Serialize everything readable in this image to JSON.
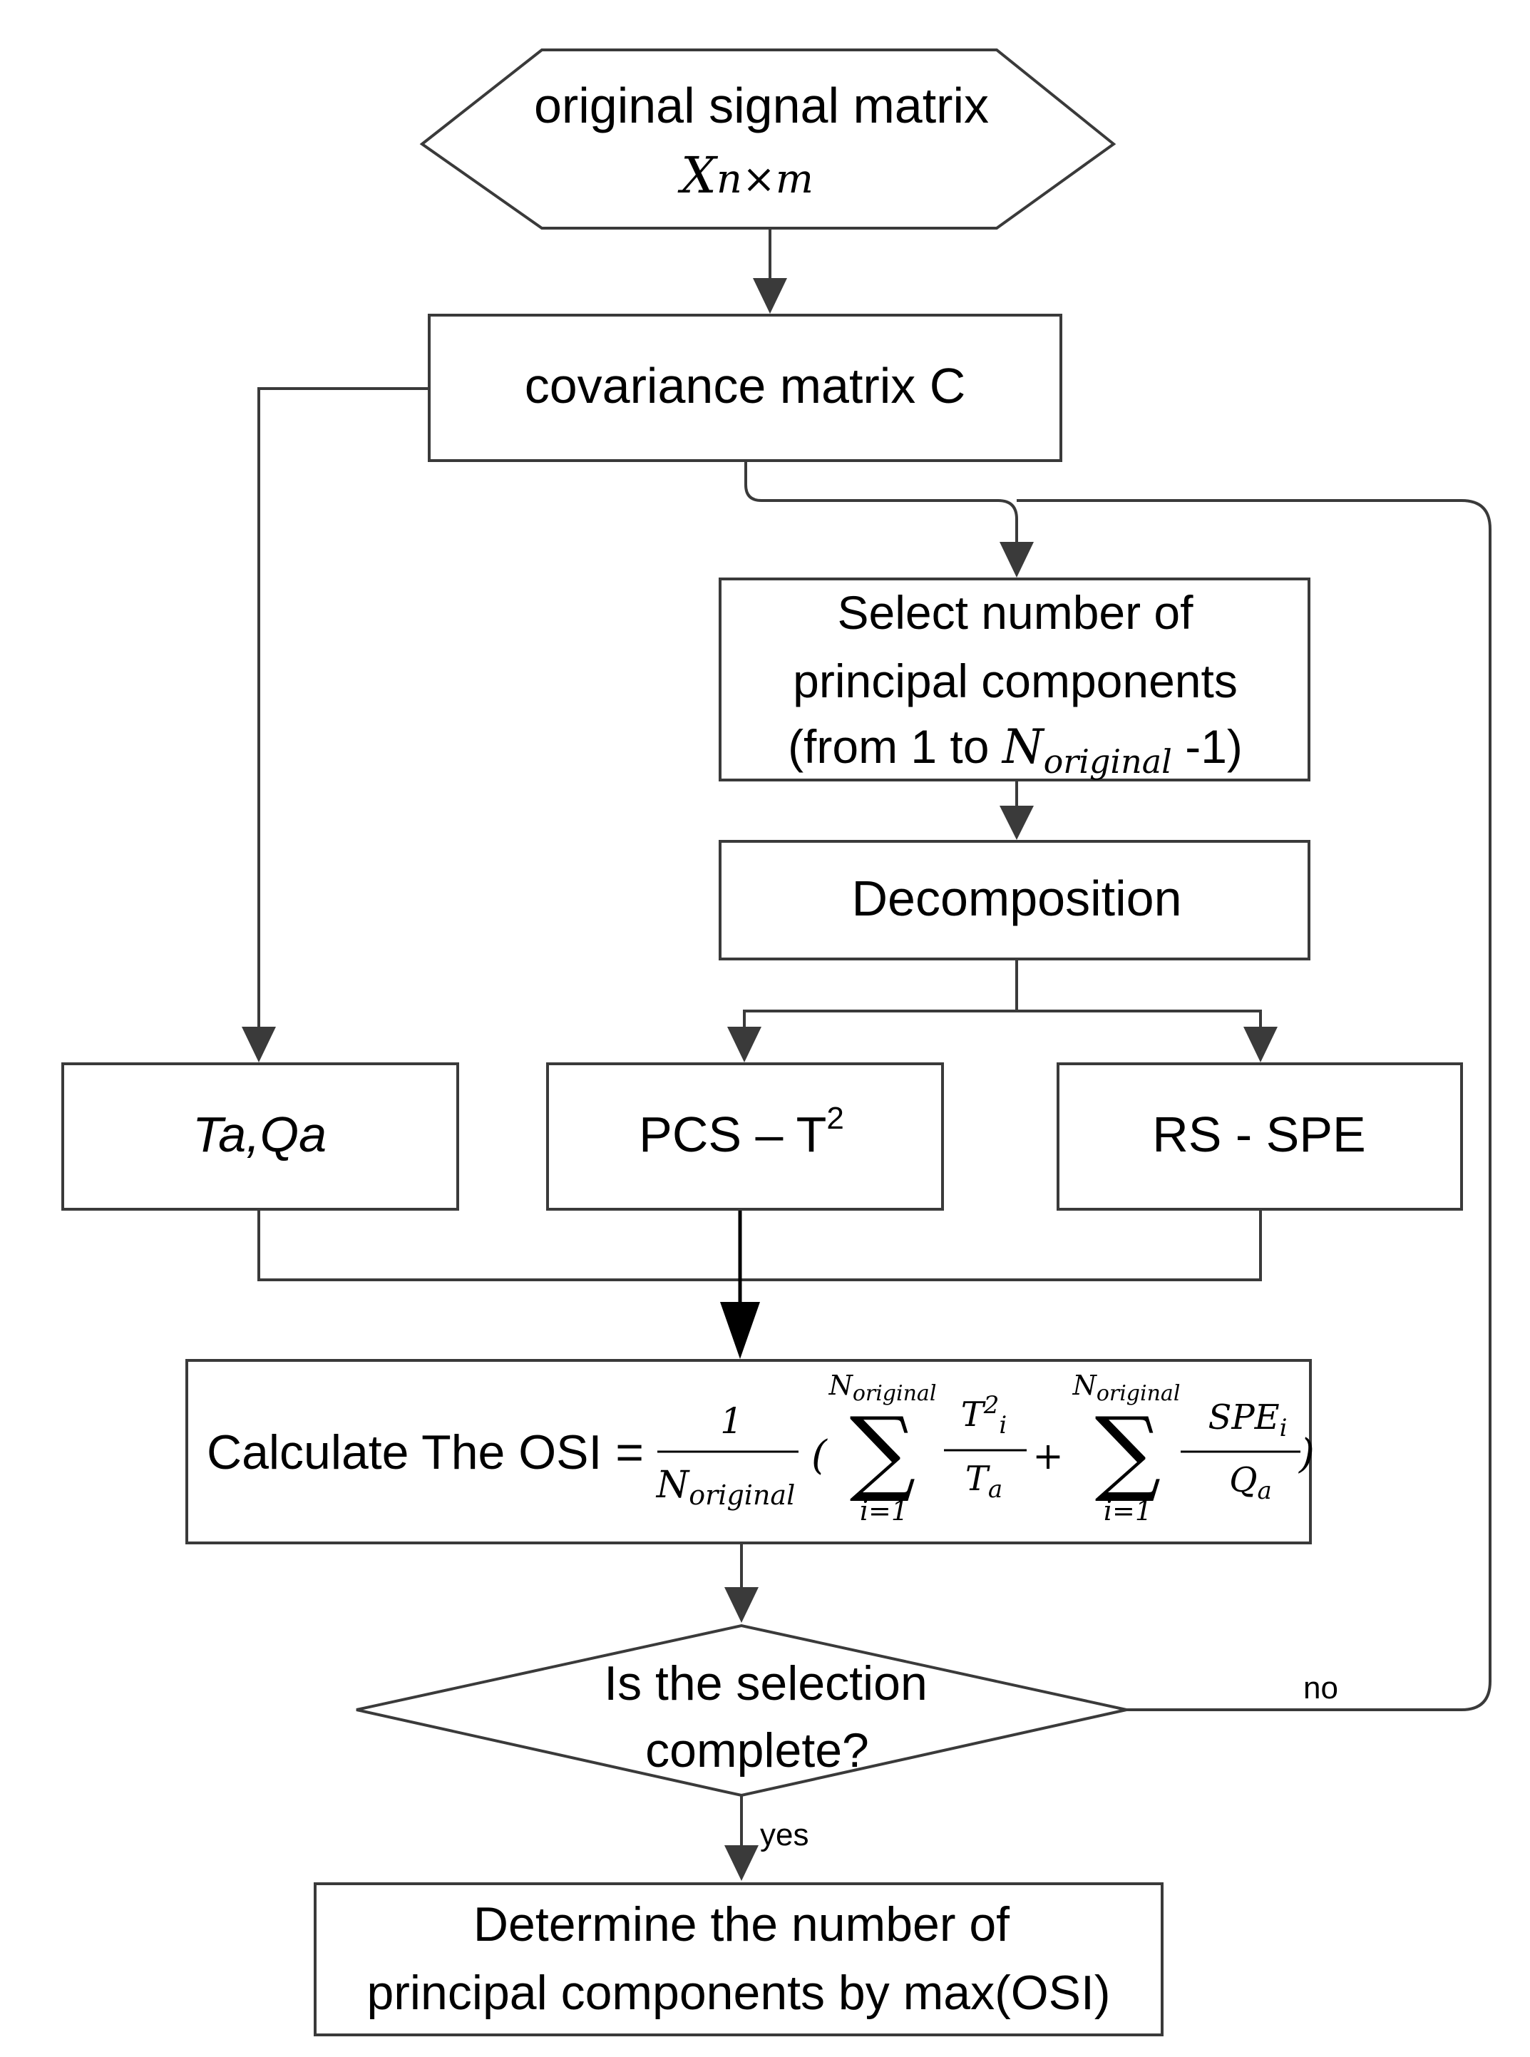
{
  "nodes": {
    "input": {
      "line1": "original signal matrix",
      "symbol": "X",
      "subscript": "n×m"
    },
    "covariance": {
      "label": "covariance matrix C"
    },
    "select": {
      "line1": "Select number of",
      "line2": "principal components",
      "line3_prefix": "(from 1 to ",
      "line3_symbol": "N",
      "line3_subscript": "original",
      "line3_suffix": " -1)"
    },
    "decomposition": {
      "label": "Decomposition"
    },
    "limits": {
      "label": "Ta,Qa"
    },
    "pcs": {
      "prefix": "PCS  –  T",
      "superscript": "2"
    },
    "rs": {
      "label": "RS - SPE"
    },
    "osi": {
      "prefix": "Calculate The OSI =",
      "frac_num": "1",
      "frac_den_symbol": "N",
      "frac_den_subscript": "original",
      "open_paren": "(",
      "close_paren": ")",
      "sum_symbol": "∑",
      "sum_upper_symbol": "N",
      "sum_upper_subscript": "original",
      "sum_lower": "i=1",
      "term1_num_symbol": "T",
      "term1_num_sup": "2",
      "term1_num_sub": "i",
      "term1_den_symbol": "T",
      "term1_den_sub": "a",
      "plus": "+",
      "term2_num_symbol": "SPE",
      "term2_num_sub": "i",
      "term2_den_symbol": "Q",
      "term2_den_sub": "a"
    },
    "decision": {
      "line1": "Is the selection",
      "line2": "complete?"
    },
    "result": {
      "line1": "Determine the number of",
      "line2": "principal components by max(OSI)"
    }
  },
  "edges": {
    "no_label": "no",
    "yes_label": "yes"
  }
}
